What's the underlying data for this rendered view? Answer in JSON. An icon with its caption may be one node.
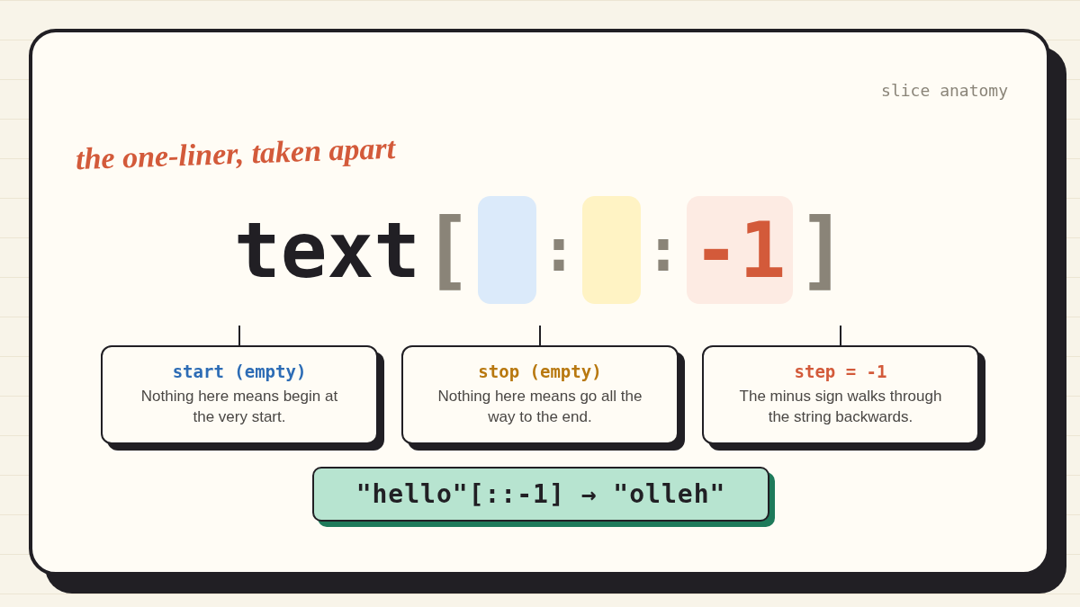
{
  "diagram": {
    "title": "the one-liner, taken apart",
    "nodes": [
      {
        "text": [],
        "shape": "box"
      },
      {
        "text": [],
        "shape": "box"
      },
      {
        "text": [
          "-1"
        ]
      },
      {
        "text": [
          "start (empty)",
          "Nothing here means begin at the very start."
        ]
      },
      {
        "text": [
          "stop (empty)",
          "Nothing here means go all the way to the end."
        ]
      },
      {
        "text": [
          "step = -1",
          "The minus sign walks through the string backwards."
        ]
      },
      {
        "text": [
          "\"hello\"[::-1] → \"olleh\""
        ]
      }
    ],
    "edges": [
      {
        "from": 3,
        "to": null,
        "arrow": "none"
      },
      {
        "from": 4,
        "to": null,
        "arrow": "none"
      },
      {
        "from": 5,
        "to": null,
        "arrow": "none"
      }
    ],
    "labels": [
      "slice anatomy",
      "text",
      "[",
      ":",
      ":",
      "]"
    ]
  }
}
